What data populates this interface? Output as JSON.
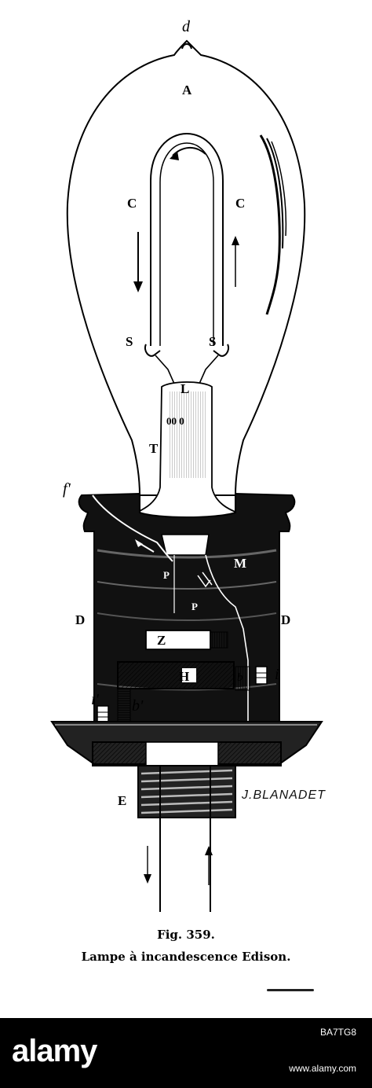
{
  "figure": {
    "labels": {
      "d": "d",
      "A": "A",
      "C_left": "C",
      "C_right": "C",
      "S_left": "S",
      "S_right": "S",
      "L": "L",
      "T": "T",
      "o_pair": "00 0",
      "f_prime": "f'",
      "M": "M",
      "P_upper": "P",
      "P_lower": "P",
      "D_left": "D",
      "D_right": "D",
      "Z": "Z",
      "H": "H",
      "i": "i",
      "i_prime": "i'",
      "b_prime": "b'",
      "b": "b",
      "E": "E"
    },
    "engraver_signature": "J.BLANADET"
  },
  "caption": {
    "figure_number": "Fig. 359.",
    "title": "Lampe à incandescence Edison."
  },
  "watermark": {
    "logo": "alamy",
    "image_id": "BA7TG8",
    "url": "www.alamy.com"
  }
}
